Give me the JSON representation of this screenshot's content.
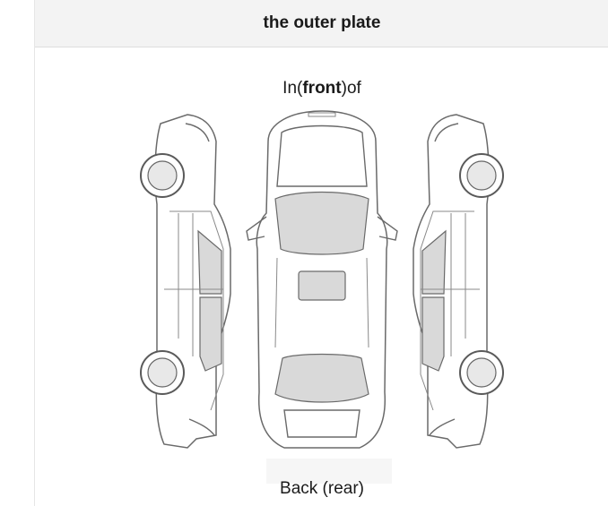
{
  "header": {
    "title": "the outer plate"
  },
  "diagram": {
    "front_prefix": "In(",
    "front_bold": "front",
    "front_suffix": ")of",
    "rear_label": "Back (rear)"
  }
}
